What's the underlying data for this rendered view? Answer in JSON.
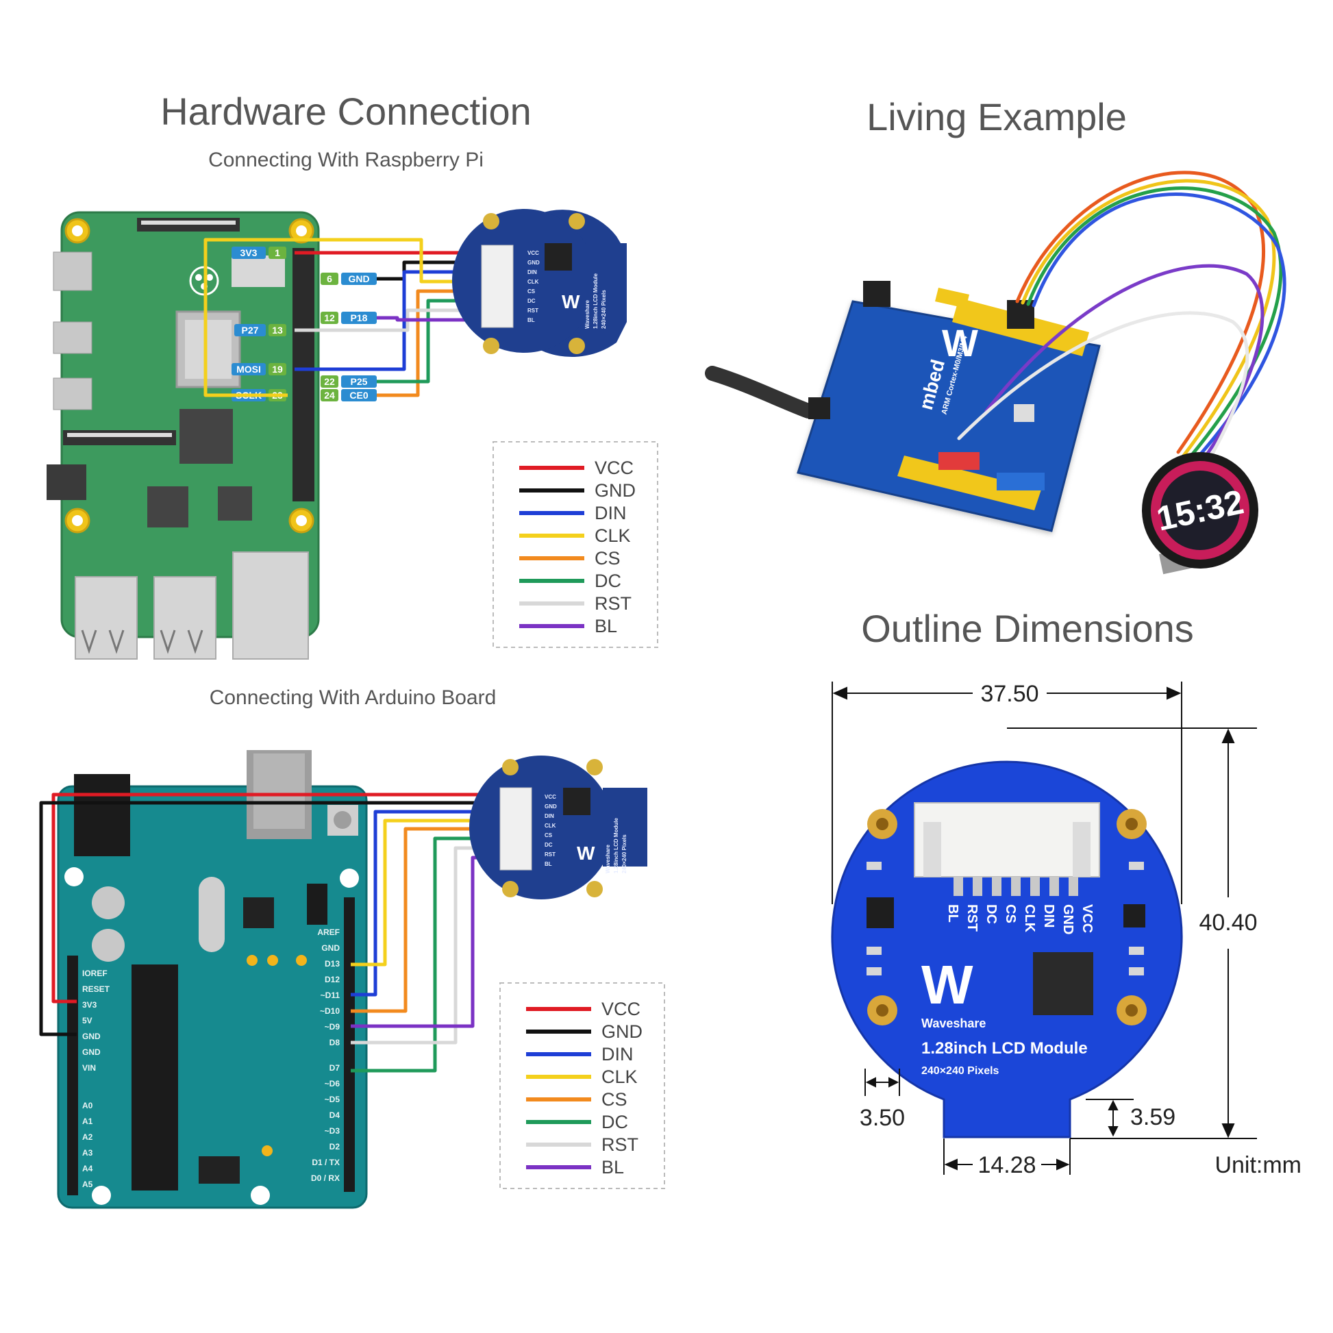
{
  "titles": {
    "hardware": "Hardware Connection",
    "pi_sub": "Connecting With Raspberry Pi",
    "arduino_sub": "Connecting With Arduino Board",
    "living": "Living Example",
    "outline": "Outline Dimensions"
  },
  "legend": [
    {
      "name": "VCC",
      "color": "#e01b24"
    },
    {
      "name": "GND",
      "color": "#111111"
    },
    {
      "name": "DIN",
      "color": "#1e3ed6"
    },
    {
      "name": "CLK",
      "color": "#f4d01c"
    },
    {
      "name": "CS",
      "color": "#f28a1e"
    },
    {
      "name": "DC",
      "color": "#1f9a5a"
    },
    {
      "name": "RST",
      "color": "#d8d8d8"
    },
    {
      "name": "BL",
      "color": "#7b32c4"
    }
  ],
  "pi_pins": {
    "p3v3_name": "3V3",
    "p3v3_num": "1",
    "gnd_num": "6",
    "gnd_name": "GND",
    "p18_num": "12",
    "p18_name": "P18",
    "p27_name": "P27",
    "p27_num": "13",
    "mosi_name": "MOSI",
    "mosi_num": "19",
    "p25_num": "22",
    "p25_name": "P25",
    "sclk_name": "SCLK",
    "sclk_num": "23",
    "ce0_num": "24",
    "ce0_name": "CE0"
  },
  "arduino_left": [
    "IOREF",
    "RESET",
    "3V3",
    "5V",
    "GND",
    "GND",
    "VIN",
    "A0",
    "A1",
    "A2",
    "A3",
    "A4",
    "A5"
  ],
  "arduino_right": [
    "AREF",
    "GND",
    "D13",
    "D12",
    "~D11",
    "~D10",
    "~D9",
    "D8",
    "D7",
    "~D6",
    "~D5",
    "D4",
    "~D3",
    "D2",
    "D1 / TX",
    "D0 / RX"
  ],
  "module_pins": [
    "VCC",
    "GND",
    "DIN",
    "CLK",
    "CS",
    "DC",
    "RST",
    "BL"
  ],
  "module_text": {
    "line1": "Waveshare",
    "line2": "1.28inch LCD Module",
    "line3": "240×240 Pixels"
  },
  "board_text": {
    "mbed": "mbed",
    "cortex": "ARM Cortex-M0/M3/M4"
  },
  "clock": "15:32",
  "dimensions": {
    "width": "37.50",
    "height": "40.40",
    "hole": "3.50",
    "tab_height": "3.59",
    "tab_width": "14.28",
    "unit": "Unit:mm"
  },
  "dim_pcb_pins": [
    "BL",
    "RST",
    "DC",
    "CS",
    "CLK",
    "DIN",
    "GND",
    "VCC"
  ],
  "dim_brand": {
    "brand": "Waveshare",
    "product": "1.28inch LCD Module",
    "pixels": "240×240 Pixels"
  }
}
